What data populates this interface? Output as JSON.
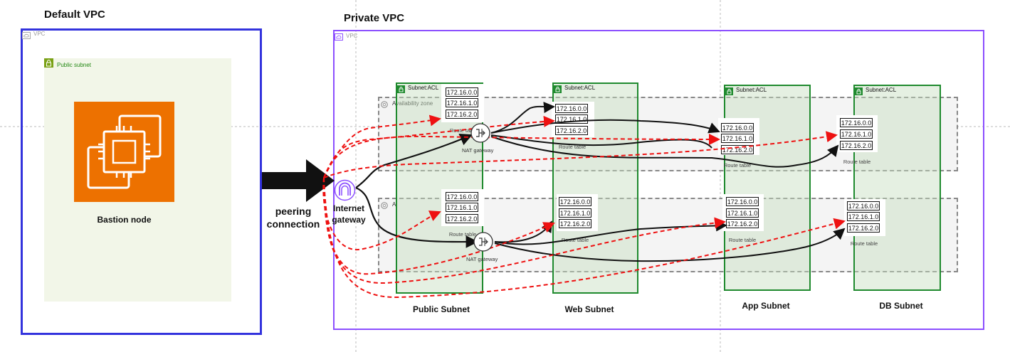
{
  "titles": {
    "default_vpc": "Default VPC",
    "private_vpc": "Private VPC"
  },
  "default_vpc": {
    "vpc_tag": "VPC",
    "public_subnet_tag": "Public subnet",
    "instance_label": "Bastion node",
    "colors": {
      "border": "#3333dd",
      "subnet_bg": "#f2f6e8",
      "instance_bg": "#ed7100"
    }
  },
  "connection": {
    "peering_label": [
      "peering",
      "connection"
    ],
    "igw_label": [
      "Internet",
      "gateway"
    ]
  },
  "private_vpc": {
    "vpc_tag": "VPC",
    "availability_zone_label": "Availability zone",
    "az_short": "A",
    "colors": {
      "border": "#8c4fff",
      "subnet_border": "#1f8a2e",
      "subnet_fill": "#e6f0e3",
      "az_border": "#888888",
      "az_fill": "#f4f4f4",
      "red_route": "#ee1111"
    },
    "subnets": [
      {
        "acl": "Subnet:ACL",
        "name": "Public Subnet"
      },
      {
        "acl": "Subnet:ACL",
        "name": "Web Subnet"
      },
      {
        "acl": "Subnet:ACL",
        "name": "App Subnet"
      },
      {
        "acl": "Subnet:ACL",
        "name": "DB Subnet"
      }
    ],
    "route_tables": [
      {
        "entries": [
          "172.16.0.0",
          "172.16.1.0",
          "172.16.2.0"
        ],
        "label": "Route table"
      },
      {
        "entries": [
          "172.16.0.0",
          "172.16.1.0",
          "172.16.2.0"
        ],
        "label": "Route table"
      },
      {
        "entries": [
          "172.16.0.0",
          "172.16.1.0",
          "172.16.2.0"
        ],
        "label": "Route table"
      },
      {
        "entries": [
          "172.16.0.0",
          "172.16.1.0",
          "172.16.2.0"
        ],
        "label": "Route table"
      },
      {
        "entries": [
          "172.16.0.0",
          "172.16.1.0",
          "172.16.2.0"
        ],
        "label": "Route table"
      },
      {
        "entries": [
          "172.16.0.0",
          "172.16.1.0",
          "172.16.2.0"
        ],
        "label": "Route table"
      },
      {
        "entries": [
          "172.16.0.0",
          "172.16.1.0",
          "172.16.2.0"
        ],
        "label": "Route table"
      },
      {
        "entries": [
          "172.16.0.0",
          "172.16.1.0",
          "172.16.2.0"
        ],
        "label": "Route table"
      }
    ],
    "nat_label": "NAT gateway"
  }
}
